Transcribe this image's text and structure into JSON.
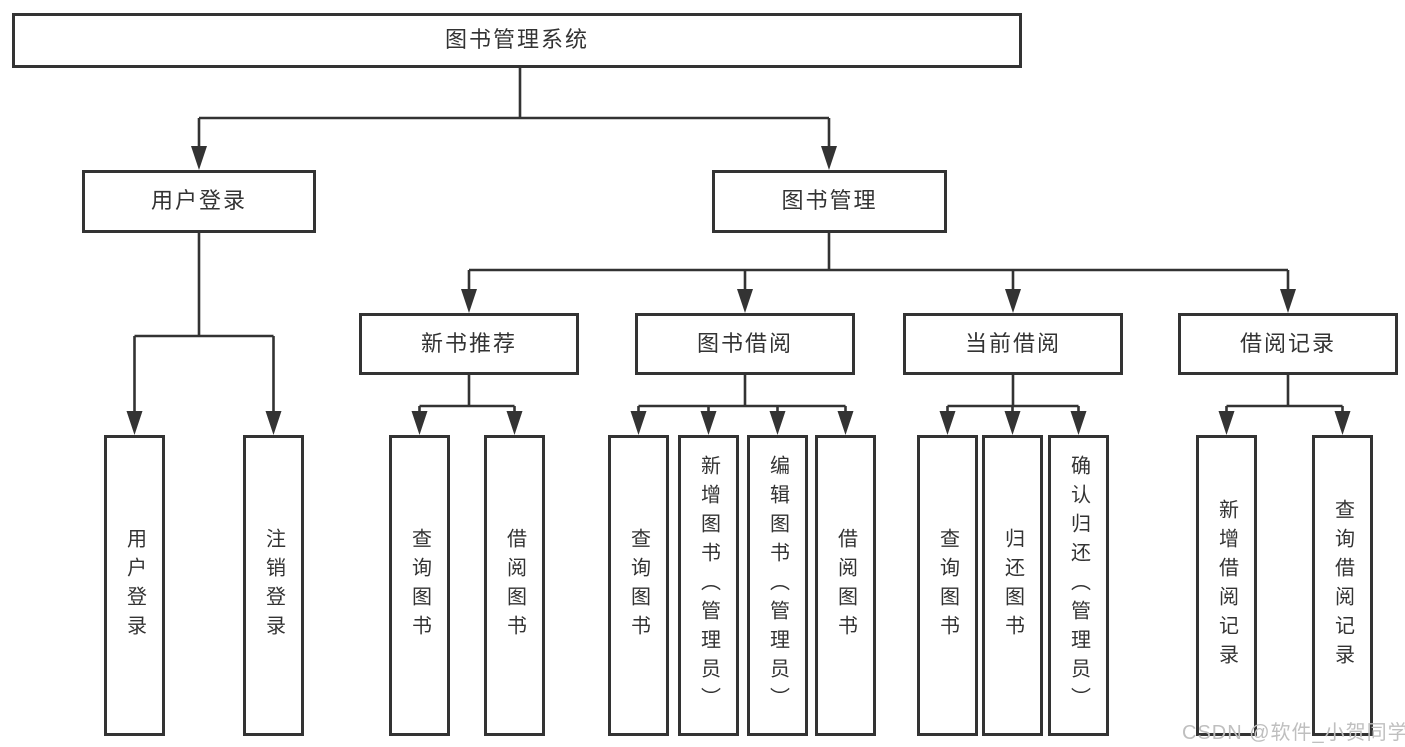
{
  "diagram": {
    "title": "图书管理系统",
    "branches": [
      {
        "label": "用户登录",
        "children": [
          {
            "label": "用户登录"
          },
          {
            "label": "注销登录"
          }
        ]
      },
      {
        "label": "图书管理",
        "children": [
          {
            "label": "新书推荐",
            "children": [
              {
                "label": "查询图书"
              },
              {
                "label": "借阅图书"
              }
            ]
          },
          {
            "label": "图书借阅",
            "children": [
              {
                "label": "查询图书"
              },
              {
                "label": "新增图书（管理员）"
              },
              {
                "label": "编辑图书（管理员）"
              },
              {
                "label": "借阅图书"
              }
            ]
          },
          {
            "label": "当前借阅",
            "children": [
              {
                "label": "查询图书"
              },
              {
                "label": "归还图书"
              },
              {
                "label": "确认归还（管理员）"
              }
            ]
          },
          {
            "label": "借阅记录",
            "children": [
              {
                "label": "新增借阅记录"
              },
              {
                "label": "查询借阅记录"
              }
            ]
          }
        ]
      }
    ]
  },
  "watermark": "CSDN @软件_小贺同学",
  "colors": {
    "line": "#333333",
    "border": "#333333",
    "text": "#333333",
    "watermark": "#bfbfbf",
    "background": "#ffffff"
  }
}
